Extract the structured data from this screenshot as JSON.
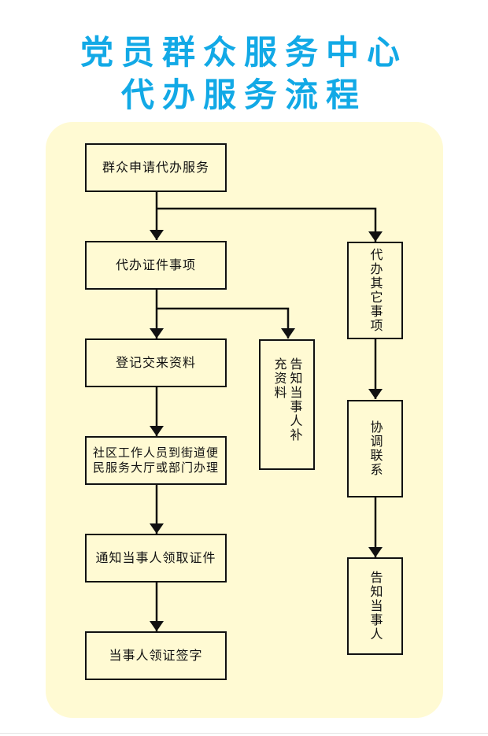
{
  "title": {
    "line1": "党员群众服务中心",
    "line2": "代办服务流程",
    "color": "#12a9e6"
  },
  "panel_color": "#fffad3",
  "flow": {
    "start": "群众申请代办服务",
    "certificate_branch": {
      "step1": "代办证件事项",
      "step2": "登记交来资料",
      "step3": "社区工作人员到街道便民服务大厅或部门办理",
      "step4": "通知当事人领取证件",
      "step5": "当事人领证签字",
      "side_note": "告知当事人补充资料"
    },
    "other_branch": {
      "step1": "代办其它事项",
      "step2": "协调联系",
      "step3": "告知当事人"
    }
  }
}
